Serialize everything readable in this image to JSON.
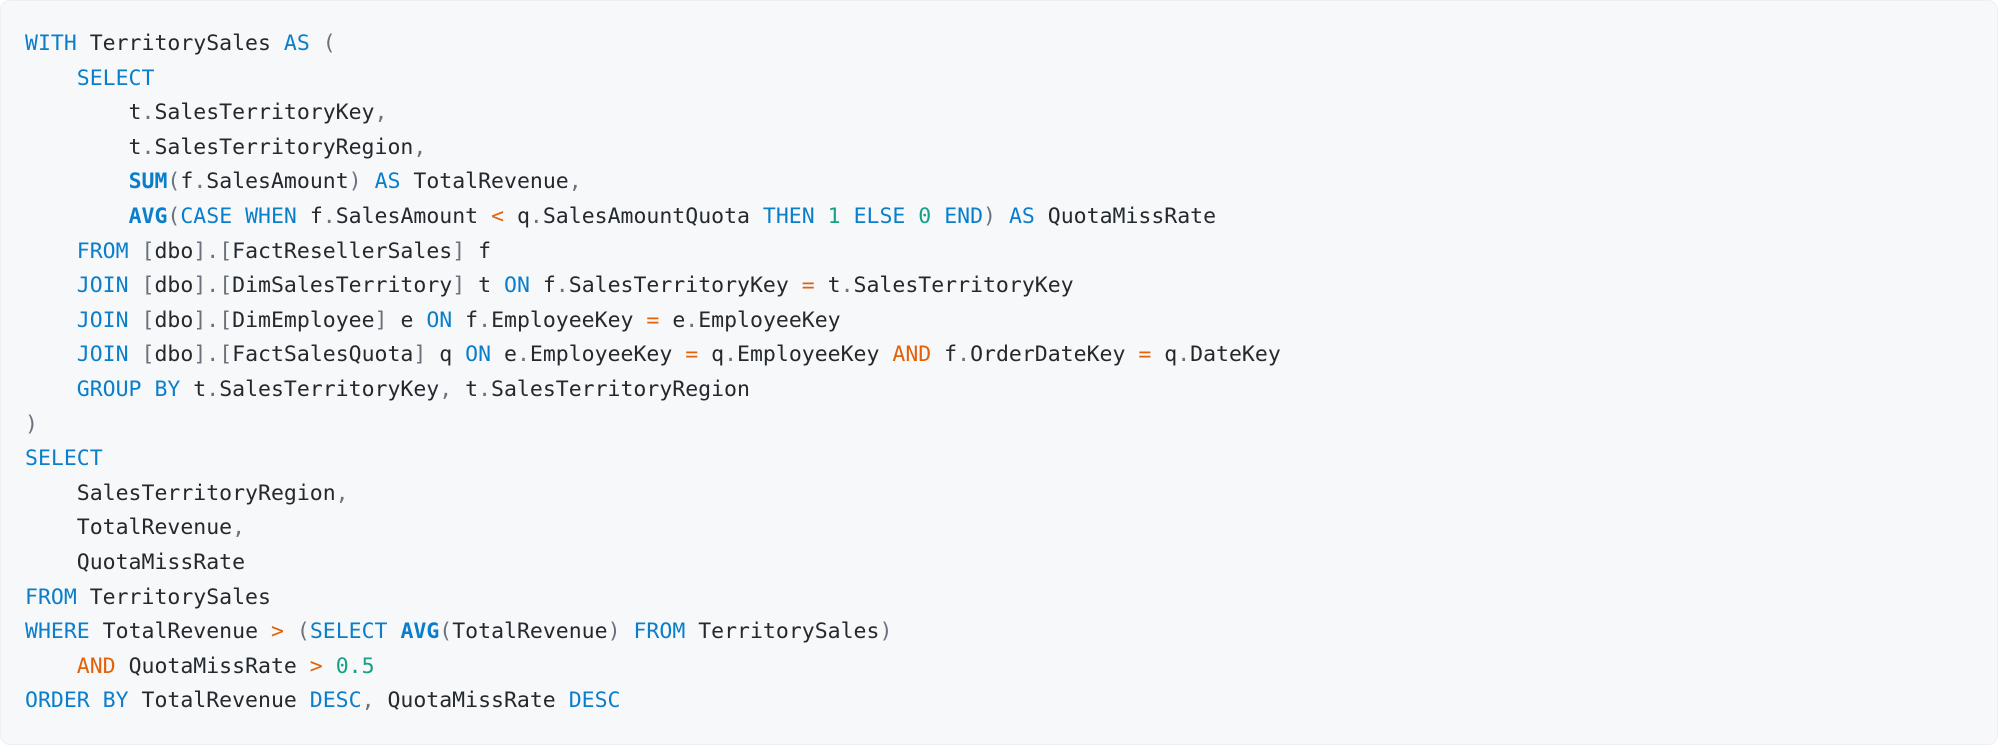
{
  "colors": {
    "background": "#f6f8fa",
    "keyword": "#0a7ecb",
    "function": "#0a7ecb",
    "operator": "#e36209",
    "number": "#16a085",
    "punctuation": "#6a737d",
    "identifier": "#24292e"
  },
  "code": {
    "language": "sql",
    "lines": [
      [
        [
          "kw",
          "WITH"
        ],
        [
          "id",
          " TerritorySales "
        ],
        [
          "kw",
          "AS"
        ],
        [
          "id",
          " "
        ],
        [
          "pun",
          "("
        ]
      ],
      [
        [
          "id",
          "    "
        ],
        [
          "kw",
          "SELECT"
        ]
      ],
      [
        [
          "id",
          "        t"
        ],
        [
          "pun",
          "."
        ],
        [
          "id",
          "SalesTerritoryKey"
        ],
        [
          "pun",
          ","
        ]
      ],
      [
        [
          "id",
          "        t"
        ],
        [
          "pun",
          "."
        ],
        [
          "id",
          "SalesTerritoryRegion"
        ],
        [
          "pun",
          ","
        ]
      ],
      [
        [
          "id",
          "        "
        ],
        [
          "fn",
          "SUM"
        ],
        [
          "pun",
          "("
        ],
        [
          "id",
          "f"
        ],
        [
          "pun",
          "."
        ],
        [
          "id",
          "SalesAmount"
        ],
        [
          "pun",
          ")"
        ],
        [
          "id",
          " "
        ],
        [
          "kw",
          "AS"
        ],
        [
          "id",
          " TotalRevenue"
        ],
        [
          "pun",
          ","
        ]
      ],
      [
        [
          "id",
          "        "
        ],
        [
          "fn",
          "AVG"
        ],
        [
          "pun",
          "("
        ],
        [
          "kw",
          "CASE"
        ],
        [
          "id",
          " "
        ],
        [
          "kw",
          "WHEN"
        ],
        [
          "id",
          " f"
        ],
        [
          "pun",
          "."
        ],
        [
          "id",
          "SalesAmount "
        ],
        [
          "op",
          "<"
        ],
        [
          "id",
          " q"
        ],
        [
          "pun",
          "."
        ],
        [
          "id",
          "SalesAmountQuota "
        ],
        [
          "kw",
          "THEN"
        ],
        [
          "id",
          " "
        ],
        [
          "num",
          "1"
        ],
        [
          "id",
          " "
        ],
        [
          "kw",
          "ELSE"
        ],
        [
          "id",
          " "
        ],
        [
          "num",
          "0"
        ],
        [
          "id",
          " "
        ],
        [
          "kw",
          "END"
        ],
        [
          "pun",
          ")"
        ],
        [
          "id",
          " "
        ],
        [
          "kw",
          "AS"
        ],
        [
          "id",
          " QuotaMissRate"
        ]
      ],
      [
        [
          "id",
          "    "
        ],
        [
          "kw",
          "FROM"
        ],
        [
          "id",
          " "
        ],
        [
          "pun",
          "["
        ],
        [
          "id",
          "dbo"
        ],
        [
          "pun",
          "].["
        ],
        [
          "id",
          "FactResellerSales"
        ],
        [
          "pun",
          "]"
        ],
        [
          "id",
          " f"
        ]
      ],
      [
        [
          "id",
          "    "
        ],
        [
          "kw",
          "JOIN"
        ],
        [
          "id",
          " "
        ],
        [
          "pun",
          "["
        ],
        [
          "id",
          "dbo"
        ],
        [
          "pun",
          "].["
        ],
        [
          "id",
          "DimSalesTerritory"
        ],
        [
          "pun",
          "]"
        ],
        [
          "id",
          " t "
        ],
        [
          "kw",
          "ON"
        ],
        [
          "id",
          " f"
        ],
        [
          "pun",
          "."
        ],
        [
          "id",
          "SalesTerritoryKey "
        ],
        [
          "op",
          "="
        ],
        [
          "id",
          " t"
        ],
        [
          "pun",
          "."
        ],
        [
          "id",
          "SalesTerritoryKey"
        ]
      ],
      [
        [
          "id",
          "    "
        ],
        [
          "kw",
          "JOIN"
        ],
        [
          "id",
          " "
        ],
        [
          "pun",
          "["
        ],
        [
          "id",
          "dbo"
        ],
        [
          "pun",
          "].["
        ],
        [
          "id",
          "DimEmployee"
        ],
        [
          "pun",
          "]"
        ],
        [
          "id",
          " e "
        ],
        [
          "kw",
          "ON"
        ],
        [
          "id",
          " f"
        ],
        [
          "pun",
          "."
        ],
        [
          "id",
          "EmployeeKey "
        ],
        [
          "op",
          "="
        ],
        [
          "id",
          " e"
        ],
        [
          "pun",
          "."
        ],
        [
          "id",
          "EmployeeKey"
        ]
      ],
      [
        [
          "id",
          "    "
        ],
        [
          "kw",
          "JOIN"
        ],
        [
          "id",
          " "
        ],
        [
          "pun",
          "["
        ],
        [
          "id",
          "dbo"
        ],
        [
          "pun",
          "].["
        ],
        [
          "id",
          "FactSalesQuota"
        ],
        [
          "pun",
          "]"
        ],
        [
          "id",
          " q "
        ],
        [
          "kw",
          "ON"
        ],
        [
          "id",
          " e"
        ],
        [
          "pun",
          "."
        ],
        [
          "id",
          "EmployeeKey "
        ],
        [
          "op",
          "="
        ],
        [
          "id",
          " q"
        ],
        [
          "pun",
          "."
        ],
        [
          "id",
          "EmployeeKey "
        ],
        [
          "op",
          "AND"
        ],
        [
          "id",
          " f"
        ],
        [
          "pun",
          "."
        ],
        [
          "id",
          "OrderDateKey "
        ],
        [
          "op",
          "="
        ],
        [
          "id",
          " q"
        ],
        [
          "pun",
          "."
        ],
        [
          "id",
          "DateKey"
        ]
      ],
      [
        [
          "id",
          "    "
        ],
        [
          "kw",
          "GROUP BY"
        ],
        [
          "id",
          " t"
        ],
        [
          "pun",
          "."
        ],
        [
          "id",
          "SalesTerritoryKey"
        ],
        [
          "pun",
          ","
        ],
        [
          "id",
          " t"
        ],
        [
          "pun",
          "."
        ],
        [
          "id",
          "SalesTerritoryRegion"
        ]
      ],
      [
        [
          "pun",
          ")"
        ]
      ],
      [
        [
          "kw",
          "SELECT"
        ]
      ],
      [
        [
          "id",
          "    SalesTerritoryRegion"
        ],
        [
          "pun",
          ","
        ]
      ],
      [
        [
          "id",
          "    TotalRevenue"
        ],
        [
          "pun",
          ","
        ]
      ],
      [
        [
          "id",
          "    QuotaMissRate"
        ]
      ],
      [
        [
          "kw",
          "FROM"
        ],
        [
          "id",
          " TerritorySales"
        ]
      ],
      [
        [
          "kw",
          "WHERE"
        ],
        [
          "id",
          " TotalRevenue "
        ],
        [
          "op",
          ">"
        ],
        [
          "id",
          " "
        ],
        [
          "pun",
          "("
        ],
        [
          "kw",
          "SELECT"
        ],
        [
          "id",
          " "
        ],
        [
          "fn",
          "AVG"
        ],
        [
          "pun",
          "("
        ],
        [
          "id",
          "TotalRevenue"
        ],
        [
          "pun",
          ")"
        ],
        [
          "id",
          " "
        ],
        [
          "kw",
          "FROM"
        ],
        [
          "id",
          " TerritorySales"
        ],
        [
          "pun",
          ")"
        ]
      ],
      [
        [
          "id",
          "    "
        ],
        [
          "op",
          "AND"
        ],
        [
          "id",
          " QuotaMissRate "
        ],
        [
          "op",
          ">"
        ],
        [
          "id",
          " "
        ],
        [
          "num",
          "0.5"
        ]
      ],
      [
        [
          "kw",
          "ORDER BY"
        ],
        [
          "id",
          " TotalRevenue "
        ],
        [
          "kw",
          "DESC"
        ],
        [
          "pun",
          ","
        ],
        [
          "id",
          " QuotaMissRate "
        ],
        [
          "kw",
          "DESC"
        ]
      ]
    ]
  }
}
